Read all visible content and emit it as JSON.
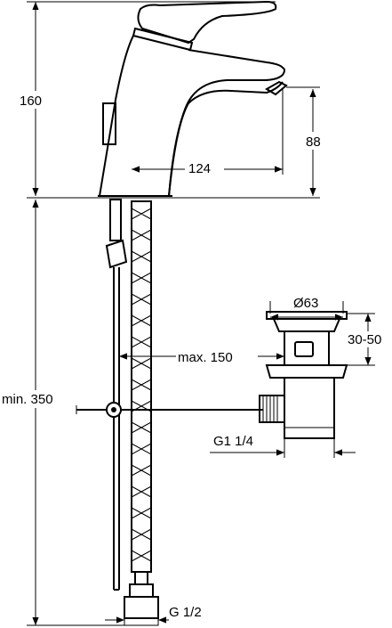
{
  "dimensions": {
    "total_height": "160",
    "spout_height": "88",
    "spout_reach": "124",
    "waste_diameter": "Ø63",
    "waste_adjust": "30-50",
    "rod_max": "max. 150",
    "min_length": "min. 350",
    "waste_thread": "G1 1/4",
    "supply_thread": "G 1/2"
  }
}
